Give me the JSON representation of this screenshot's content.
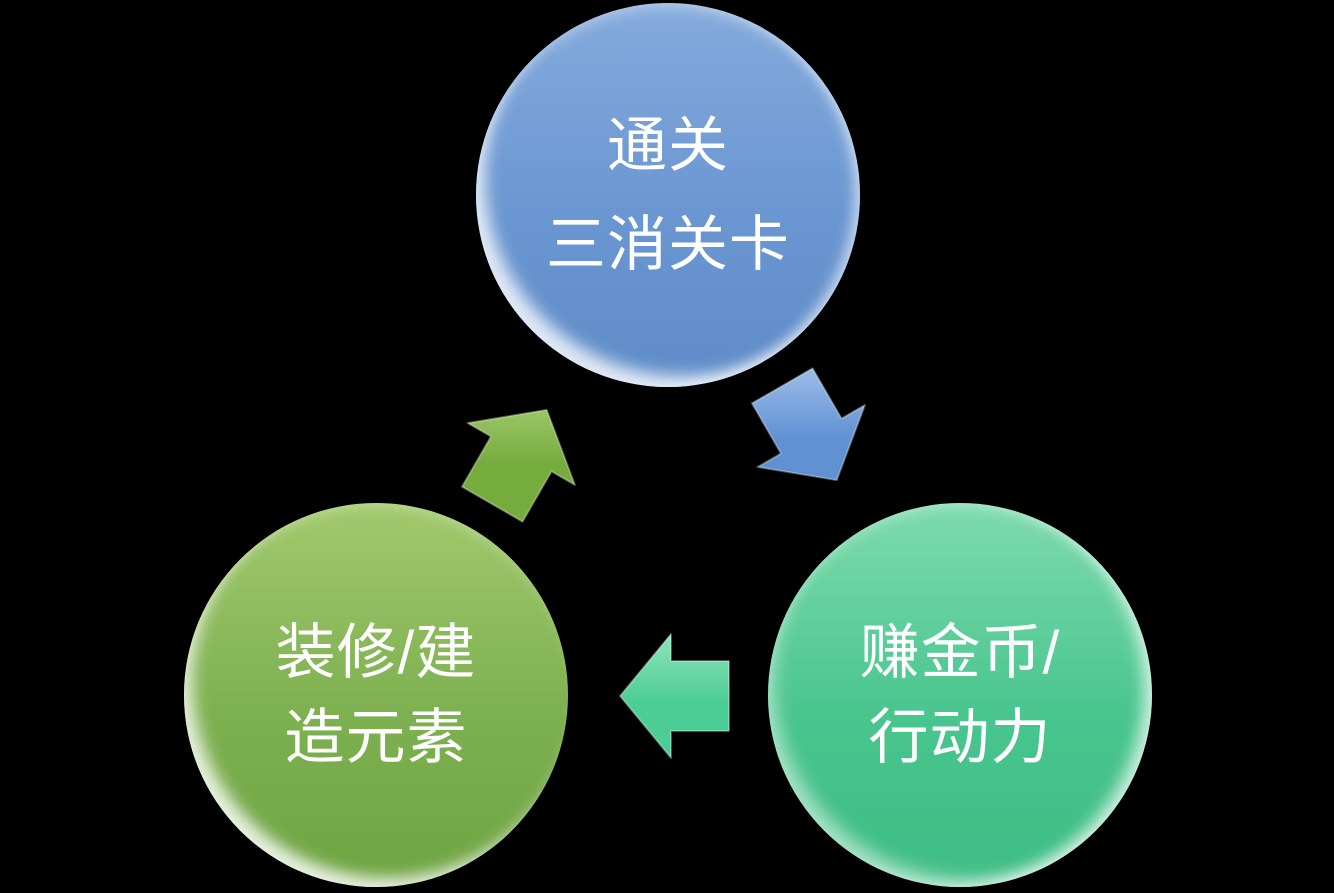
{
  "canvas": {
    "background": "#000000",
    "text_color": "#FFFFFF"
  },
  "cycle": {
    "type": "basic-cycle-diagram",
    "direction": "clockwise",
    "nodes": [
      {
        "name": "clear-match3-levels",
        "lines": [
          "通关",
          "三消关卡"
        ],
        "gradient_top": "#85ABDC",
        "gradient_mid": "#6A96D1",
        "gradient_bottom": "#5F8CC8"
      },
      {
        "name": "earn-coins-energy",
        "lines": [
          "赚金币/",
          "行动力"
        ],
        "gradient_top": "#7FDBAF",
        "gradient_mid": "#49C58E",
        "gradient_bottom": "#3EBD85"
      },
      {
        "name": "decorate-build-elements",
        "lines": [
          "装修/建",
          "造元素"
        ],
        "gradient_top": "#A2C96D",
        "gradient_mid": "#7DB050",
        "gradient_bottom": "#70A543"
      }
    ],
    "arrows": [
      {
        "name": "levels-to-coins",
        "fill": "#6091D3",
        "fill_light": "#9CBCE8"
      },
      {
        "name": "coins-to-decorate",
        "fill": "#4DCD96",
        "fill_light": "#8FE5BD"
      },
      {
        "name": "decorate-to-levels",
        "fill": "#76AC3E",
        "fill_light": "#A6CE74"
      }
    ]
  }
}
